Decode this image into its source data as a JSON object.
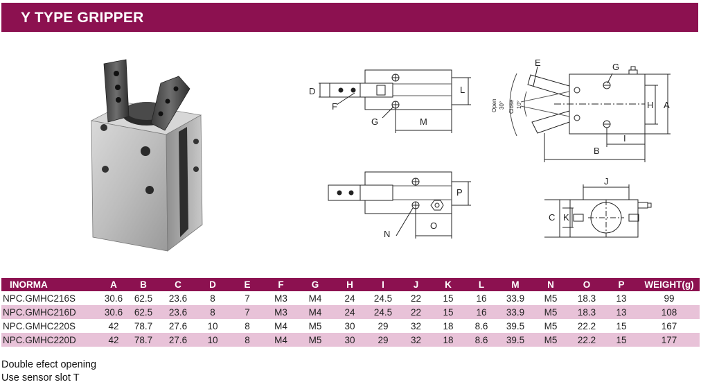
{
  "header": {
    "title": "Y TYPE GRIPPER",
    "color": "#8c1150"
  },
  "drawing_labels": {
    "side_top": {
      "D": "D",
      "L": "L",
      "F": "F",
      "G": "G",
      "M": "M"
    },
    "side_bottom": {
      "P": "P",
      "N": "N",
      "O": "O"
    },
    "front": {
      "E": "E",
      "G": "G",
      "H": "H",
      "A": "A",
      "I": "I",
      "B": "B",
      "open": "Open",
      "open_angle": "30°",
      "close": "Close",
      "close_angle": "10°"
    },
    "bottom": {
      "J": "J",
      "C": "C",
      "K": "K"
    }
  },
  "table": {
    "headers": [
      "INORMA",
      "A",
      "B",
      "C",
      "D",
      "E",
      "F",
      "G",
      "H",
      "I",
      "J",
      "K",
      "L",
      "M",
      "N",
      "O",
      "P",
      "WEIGHT(g)"
    ],
    "rows": [
      [
        "NPC.GMHC216S",
        "30.6",
        "62.5",
        "23.6",
        "8",
        "7",
        "M3",
        "M4",
        "24",
        "24.5",
        "22",
        "15",
        "16",
        "33.9",
        "M5",
        "18.3",
        "13",
        "99"
      ],
      [
        "NPC.GMHC216D",
        "30.6",
        "62.5",
        "23.6",
        "8",
        "7",
        "M3",
        "M4",
        "24",
        "24.5",
        "22",
        "15",
        "16",
        "33.9",
        "M5",
        "18.3",
        "13",
        "108"
      ],
      [
        "NPC.GMHC220S",
        "42",
        "78.7",
        "27.6",
        "10",
        "8",
        "M4",
        "M5",
        "30",
        "29",
        "32",
        "18",
        "8.6",
        "39.5",
        "M5",
        "22.2",
        "15",
        "167"
      ],
      [
        "NPC.GMHC220D",
        "42",
        "78.7",
        "27.6",
        "10",
        "8",
        "M4",
        "M5",
        "30",
        "29",
        "32",
        "18",
        "8.6",
        "39.5",
        "M5",
        "22.2",
        "15",
        "177"
      ]
    ],
    "alt_row_color": "#e8c2d8"
  },
  "notes": [
    "Double efect opening",
    "Use sensor slot T"
  ]
}
